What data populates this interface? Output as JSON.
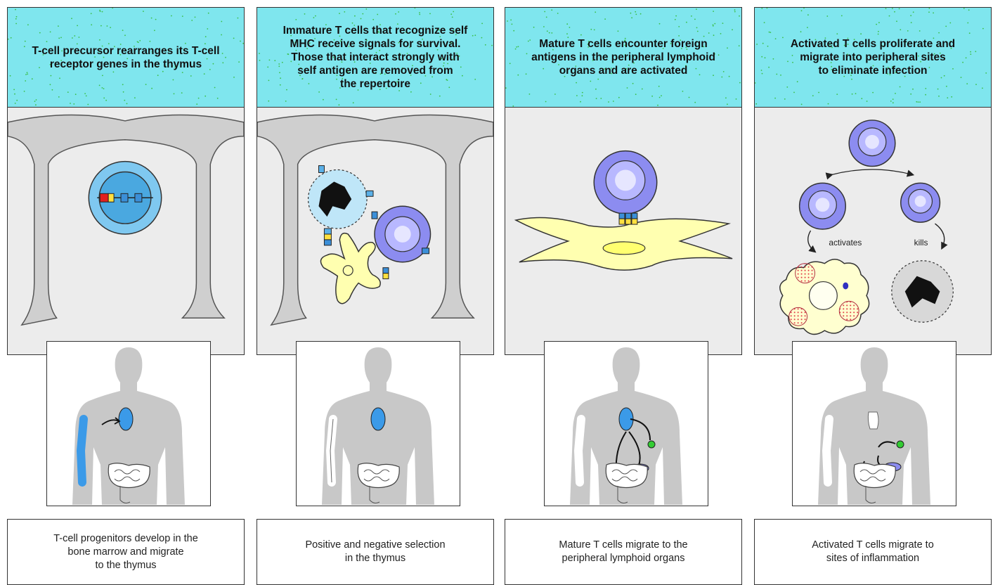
{
  "panels": [
    {
      "header": "T-cell precursor rearranges its T-cell\nreceptor genes in the thymus",
      "caption": "T-cell progenitors develop in the\nbone marrow and migrate\nto the thymus"
    },
    {
      "header": "Immature T cells that recognize self\nMHC receive signals for survival.\nThose that interact strongly with\nself antigen are removed from\nthe repertoire",
      "caption": "Positive and negative selection\nin the thymus"
    },
    {
      "header": "Mature T cells encounter foreign\nantigens in the peripheral lymphoid\norgans and are activated",
      "caption": "Mature T cells migrate to the\nperipheral lymphoid organs"
    },
    {
      "header": "Activated T cells proliferate and\nmigrate into peripheral sites\nto eliminate infection",
      "caption": "Activated T cells migrate to\nsites of inflammation",
      "labels": {
        "activates": "activates",
        "kills": "kills"
      }
    }
  ],
  "colors": {
    "header_bg": "#7fe6ee",
    "thymus_blue": "#4aa8e0",
    "t_cell_purple": "#8c8cf0",
    "dendritic_yellow": "#ffffb0",
    "lymph_node_green": "#33cc33"
  }
}
